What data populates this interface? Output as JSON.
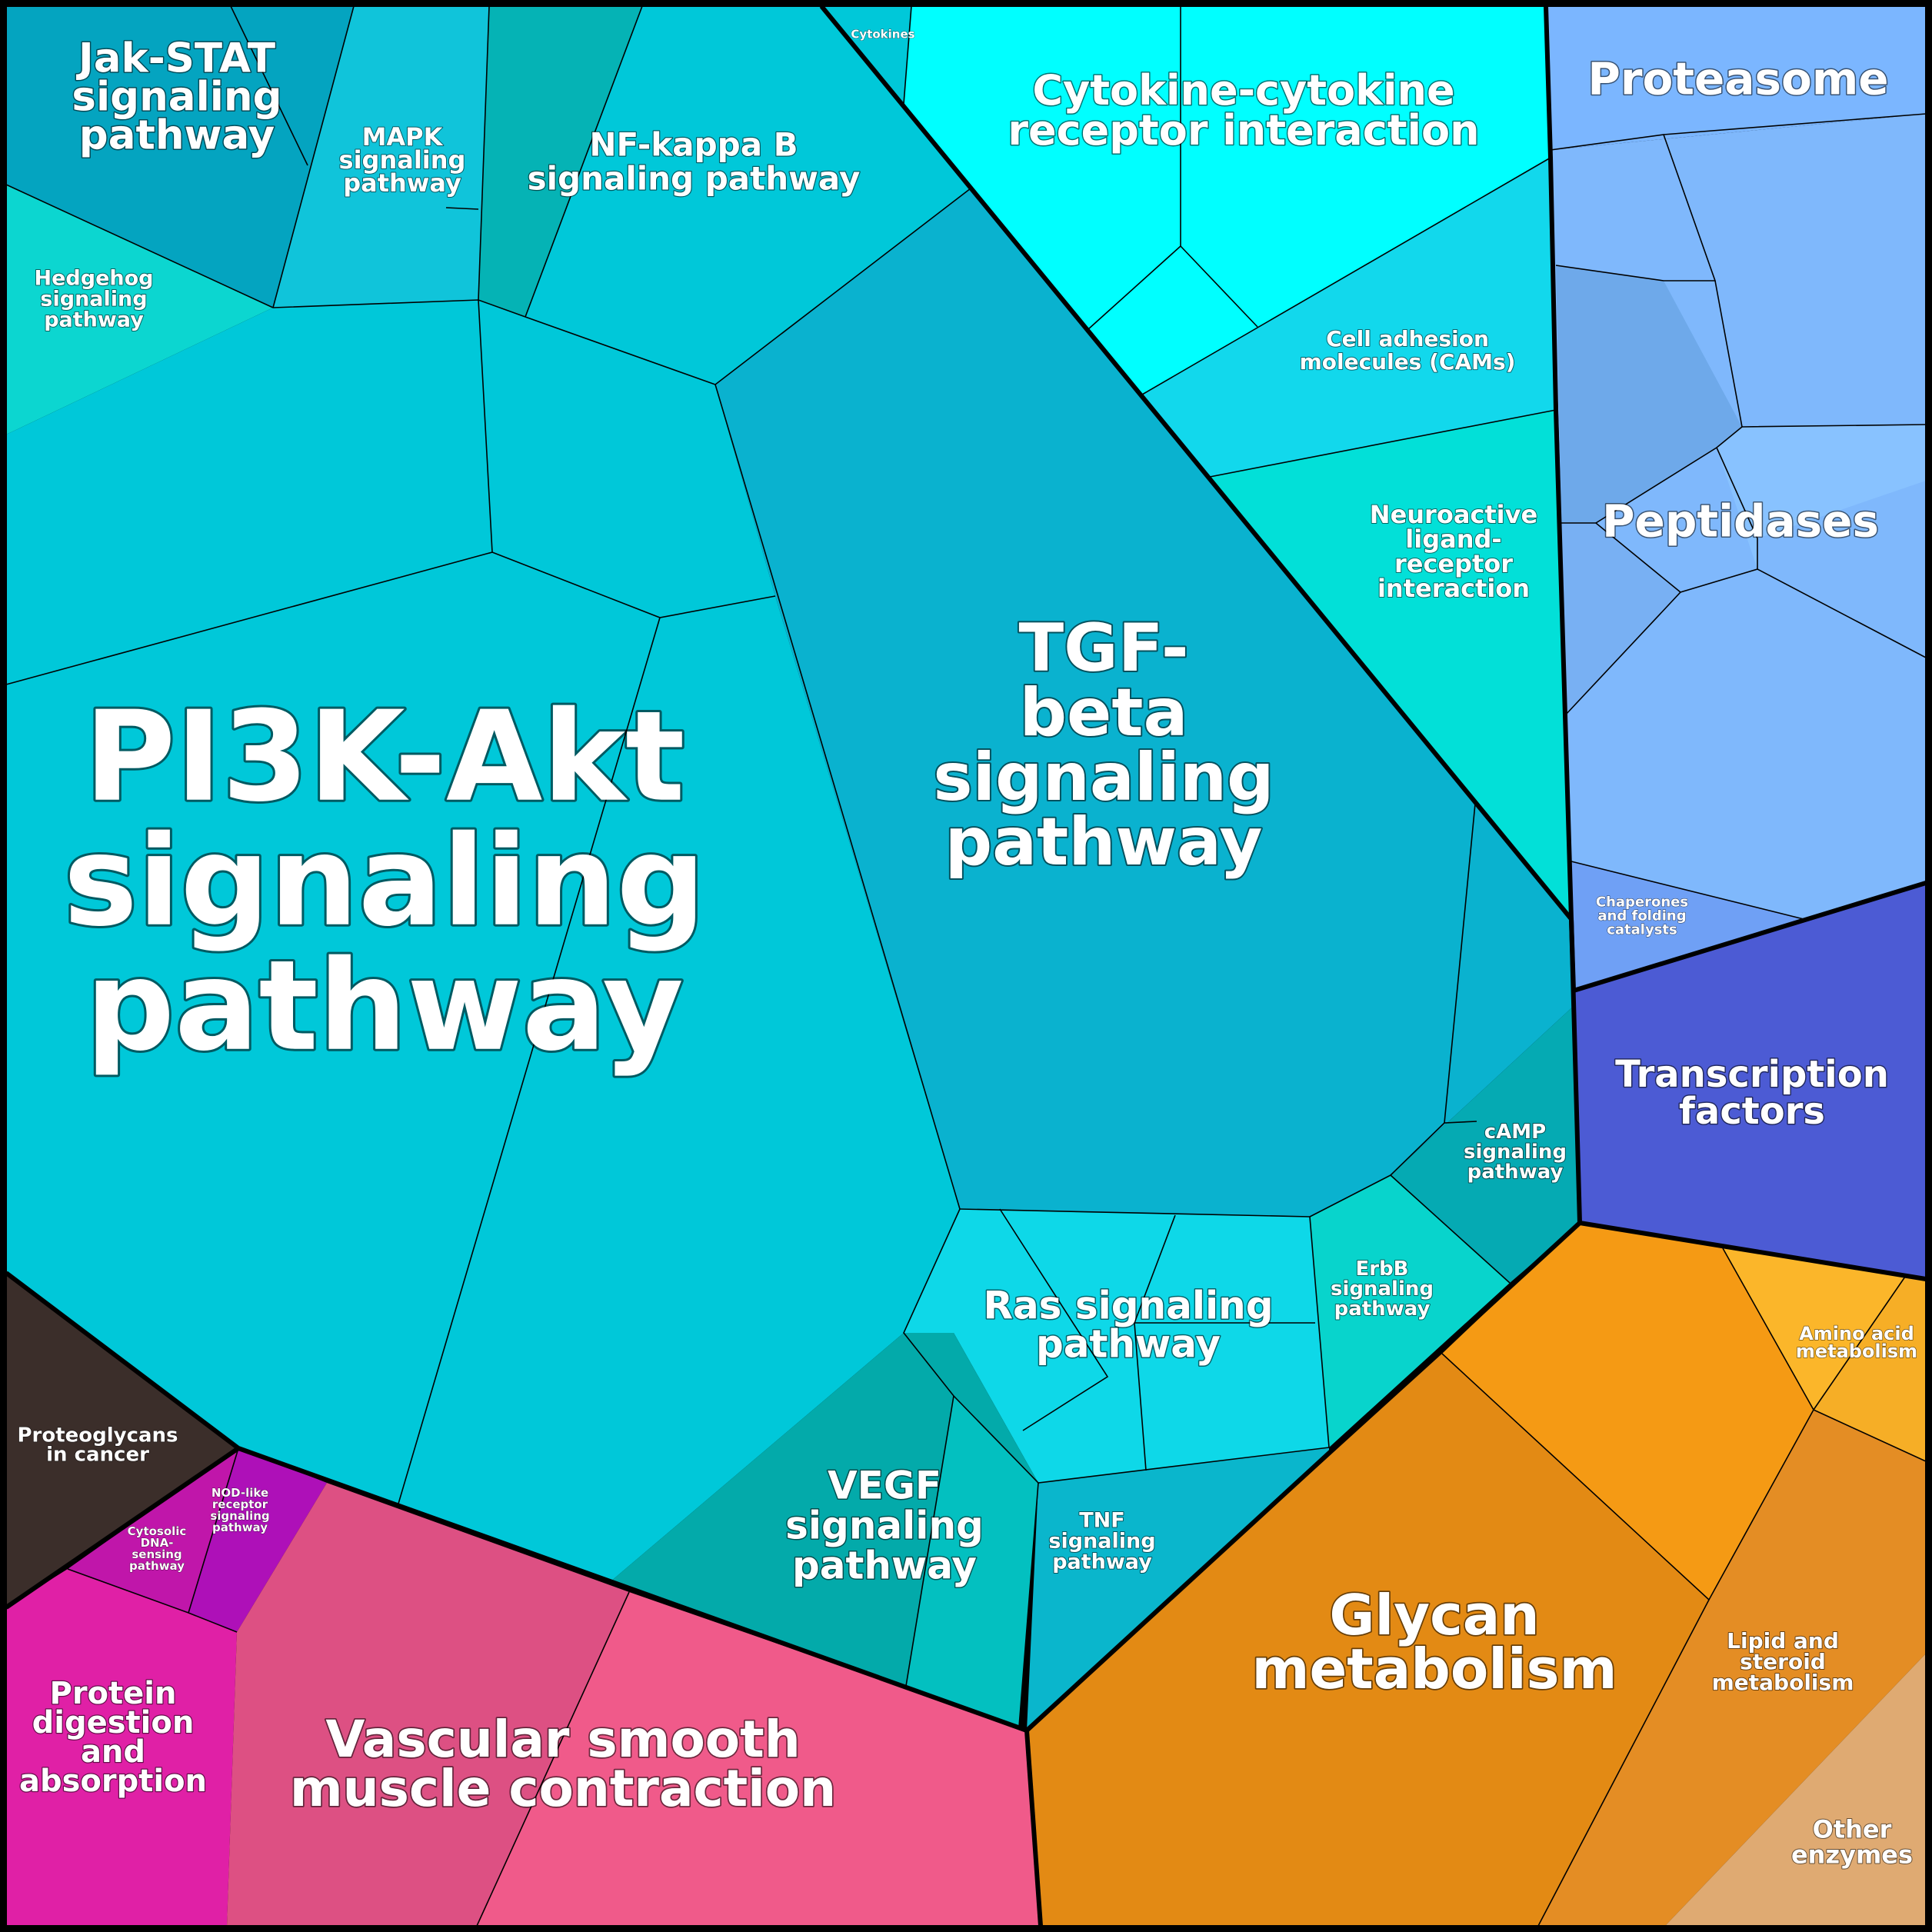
{
  "labels": {
    "pi3k": [
      "PI3K-Akt",
      "signaling",
      "pathway"
    ],
    "jak": [
      "Jak-STAT",
      "signaling",
      "pathway"
    ],
    "mapk": [
      "MAPK",
      "signaling",
      "pathway"
    ],
    "nfkb": [
      "NF-kappa B",
      "signaling pathway"
    ],
    "cytokines": [
      "Cytokines"
    ],
    "hedgehog": [
      "Hedgehog",
      "signaling",
      "pathway"
    ],
    "tgf": [
      "TGF-",
      "beta",
      "signaling",
      "pathway"
    ],
    "cck": [
      "Cytokine-cytokine",
      "receptor interaction"
    ],
    "cams": [
      "Cell adhesion",
      "molecules (CAMs)"
    ],
    "neuro": [
      "Neuroactive",
      "ligand-",
      "receptor",
      "interaction"
    ],
    "proteasome": [
      "Proteasome"
    ],
    "peptidases": [
      "Peptidases"
    ],
    "chaperones": [
      "Chaperones",
      "and folding",
      "catalysts"
    ],
    "tf": [
      "Transcription",
      "factors"
    ],
    "camp": [
      "cAMP",
      "signaling",
      "pathway"
    ],
    "erbb": [
      "ErbB",
      "signaling",
      "pathway"
    ],
    "ras": [
      "Ras signaling",
      "pathway"
    ],
    "vegf": [
      "VEGF",
      "signaling",
      "pathway"
    ],
    "tnf": [
      "TNF",
      "signaling",
      "pathway"
    ],
    "proteoglycans": [
      "Proteoglycans",
      "in cancer"
    ],
    "nod": [
      "NOD-like",
      "receptor",
      "signaling",
      "pathway"
    ],
    "cytosolic": [
      "Cytosolic",
      "DNA-",
      "sensing",
      "pathway"
    ],
    "protein_digestion": [
      "Protein",
      "digestion",
      "and",
      "absorption"
    ],
    "vascular": [
      "Vascular smooth",
      "muscle contraction"
    ],
    "glycan": [
      "Glycan",
      "metabolism"
    ],
    "amino": [
      "Amino acid",
      "metabolism"
    ],
    "lipid": [
      "Lipid and",
      "steroid",
      "metabolism"
    ],
    "other": [
      "Other",
      "enzymes"
    ]
  },
  "colors": {
    "signaling_main": "#00C8D9",
    "tgf": "#0AB2CF",
    "jak": "#04A4C0",
    "mapk": "#10C4DA",
    "nfkb_dark": "#05B3B5",
    "hedgehog": "#0CD6D0",
    "cytokine_cyan": "#00FFFF",
    "cams": "#12D8EC",
    "neuro": "#02E0D8",
    "ras": "#0ED8E8",
    "ras_light": "#18E0F0",
    "erbb": "#08D4CC",
    "camp": "#05AAB3",
    "vegf": "#03AAAA",
    "vegf_right": "#03C0C0",
    "tnf": "#0AB6CC",
    "proteoglycans": "#3B2E2A",
    "nod": "#AE10B8",
    "cytosolic": "#C016AA",
    "protein_digestion": "#E020A6",
    "vascular_left": "#DD5083",
    "vascular_right": "#F05A8A",
    "proteasome": "#7BB6FF",
    "peptidases": "#7FB8FC",
    "peptidases_dark": "#6EA9EA",
    "peptidases_mid": "#78B0F3",
    "peptidases_light": "#88C2FF",
    "chaperones": "#6FA0F5",
    "tf": "#4C5BD4",
    "glycan": "#E38A14",
    "glycan_top": "#F59A14",
    "amino": "#FBB62A",
    "amino_right": "#F6AE26",
    "lipid": "#E48D24",
    "other": "#DFAA72"
  }
}
